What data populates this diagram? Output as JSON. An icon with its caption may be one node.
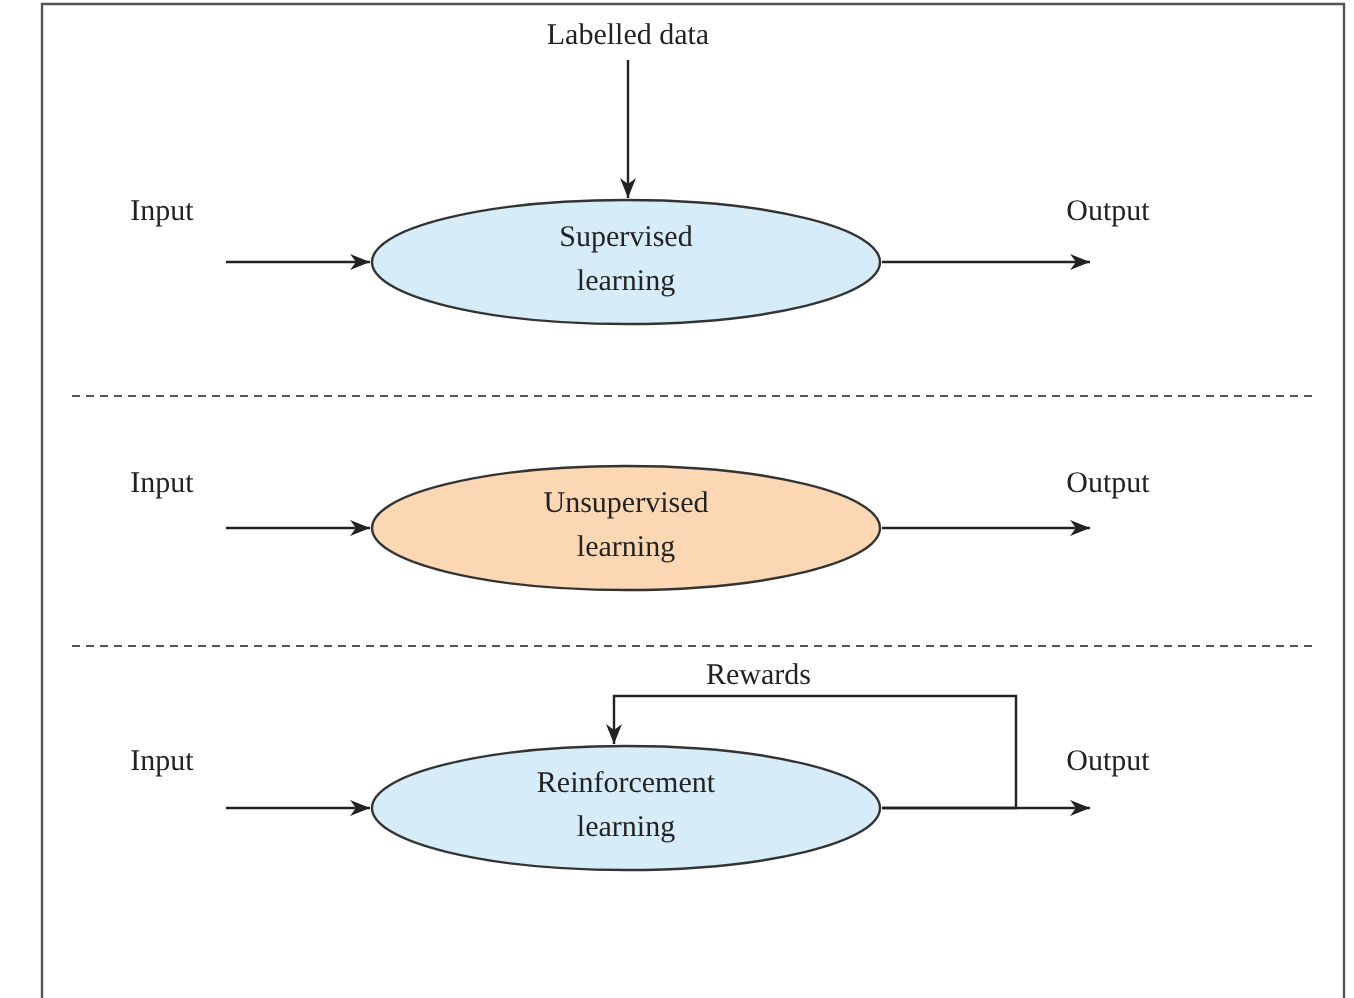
{
  "diagram": {
    "nodes": [
      {
        "text": [
          "Labelled data"
        ]
      },
      {
        "text": [
          "Input"
        ]
      },
      {
        "text": [
          "Supervised learning"
        ]
      },
      {
        "text": [
          "Output"
        ]
      },
      {
        "text": [
          "Input"
        ]
      },
      {
        "text": [
          "Unsupervised learning"
        ]
      },
      {
        "text": [
          "Output"
        ]
      },
      {
        "text": [
          "Input"
        ]
      },
      {
        "text": [
          "Reinforcement learning"
        ]
      },
      {
        "text": [
          "Output"
        ]
      }
    ],
    "edges": [
      {
        "from": 0,
        "to": 2,
        "arrow": "to"
      },
      {
        "from": 1,
        "to": 2,
        "arrow": "to"
      },
      {
        "from": 2,
        "to": 3,
        "arrow": "to"
      },
      {
        "from": 4,
        "to": 5,
        "arrow": "to"
      },
      {
        "from": 5,
        "to": 6,
        "arrow": "to"
      },
      {
        "from": 7,
        "to": 8,
        "arrow": "to"
      },
      {
        "from": 8,
        "to": 9,
        "arrow": "to"
      },
      {
        "from": 8,
        "to": 8,
        "label": "Rewards",
        "arrow": "to"
      }
    ]
  }
}
